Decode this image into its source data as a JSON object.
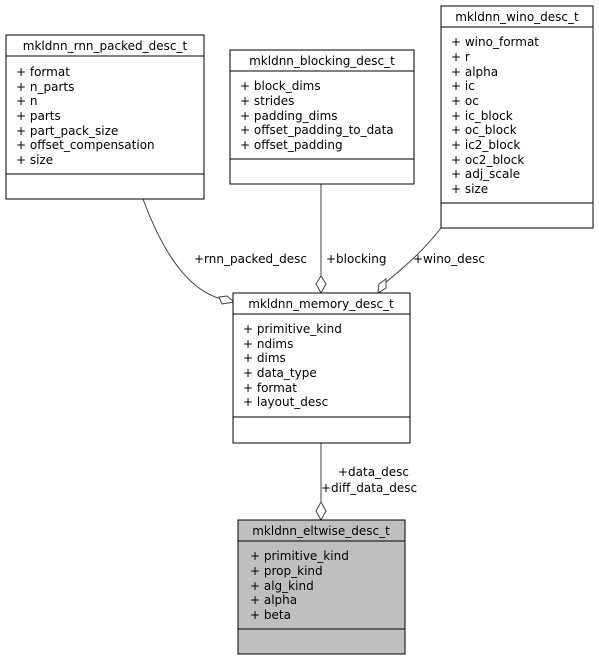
{
  "classes": {
    "rnn_packed": {
      "name": "mkldnn_rnn_packed_desc_t",
      "attributes": [
        "+ format",
        "+ n_parts",
        "+ n",
        "+ parts",
        "+ part_pack_size",
        "+ offset_compensation",
        "+ size"
      ]
    },
    "blocking": {
      "name": "mkldnn_blocking_desc_t",
      "attributes": [
        "+ block_dims",
        "+ strides",
        "+ padding_dims",
        "+ offset_padding_to_data",
        "+ offset_padding"
      ]
    },
    "wino": {
      "name": "mkldnn_wino_desc_t",
      "attributes": [
        "+ wino_format",
        "+ r",
        "+ alpha",
        "+ ic",
        "+ oc",
        "+ ic_block",
        "+ oc_block",
        "+ ic2_block",
        "+ oc2_block",
        "+ adj_scale",
        "+ size"
      ]
    },
    "memory": {
      "name": "mkldnn_memory_desc_t",
      "attributes": [
        "+ primitive_kind",
        "+ ndims",
        "+ dims",
        "+ data_type",
        "+ format",
        "+ layout_desc"
      ]
    },
    "eltwise": {
      "name": "mkldnn_eltwise_desc_t",
      "attributes": [
        "+ primitive_kind",
        "+ prop_kind",
        "+ alg_kind",
        "+ alpha",
        "+ beta"
      ]
    }
  },
  "edges": {
    "rnn_packed_desc": "+rnn_packed_desc",
    "blocking": "+blocking",
    "wino_desc": "+wino_desc",
    "data_desc": "+data_desc",
    "diff_data_desc": "+diff_data_desc"
  },
  "colors": {
    "highlight_fill": "#bfbfbf",
    "edge": "#404040"
  }
}
